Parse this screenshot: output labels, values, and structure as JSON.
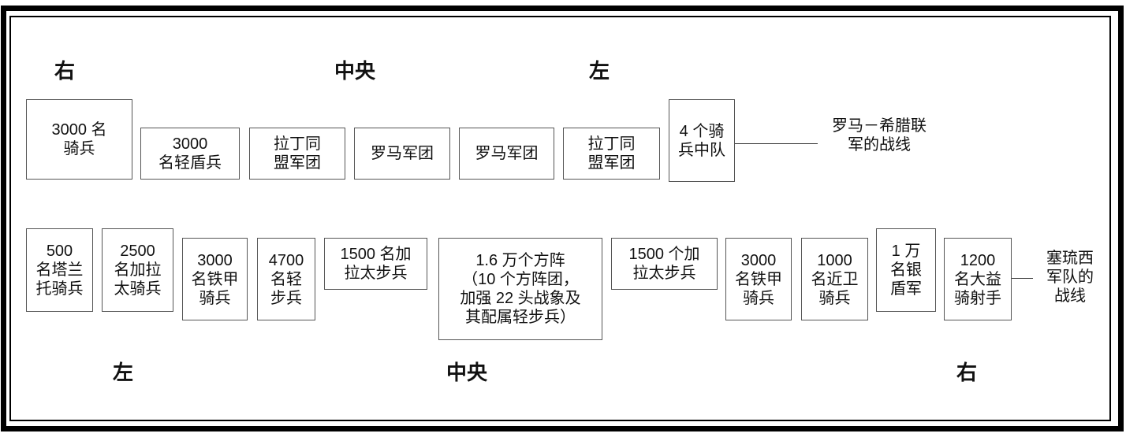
{
  "top_line": {
    "side_labels": [
      "右",
      "中央",
      "左"
    ],
    "units": [
      "3000 名\n骑兵",
      "3000\n名轻盾兵",
      "拉丁同\n盟军团",
      "罗马军团",
      "罗马军团",
      "拉丁同\n盟军团",
      "4 个骑\n兵中队"
    ],
    "caption": "罗马－希腊联\n军的战线"
  },
  "bottom_line": {
    "units": [
      "500\n名塔兰\n托骑兵",
      "2500\n名加拉\n太骑兵",
      "3000\n名铁甲\n骑兵",
      "4700\n名轻\n步兵",
      "1500 名加\n拉太步兵",
      "1.6 万个方阵\n（10 个方阵团，\n加强 22 头战象及\n其配属轻步兵）",
      "1500 个加\n拉太步兵",
      "3000\n名铁甲\n骑兵",
      "1000\n名近卫\n骑兵",
      "1 万\n名银\n盾军",
      "1200\n名大益\n骑射手"
    ],
    "caption": "塞琉西\n军队的\n战线",
    "side_labels": [
      "左",
      "中央",
      "右"
    ]
  }
}
